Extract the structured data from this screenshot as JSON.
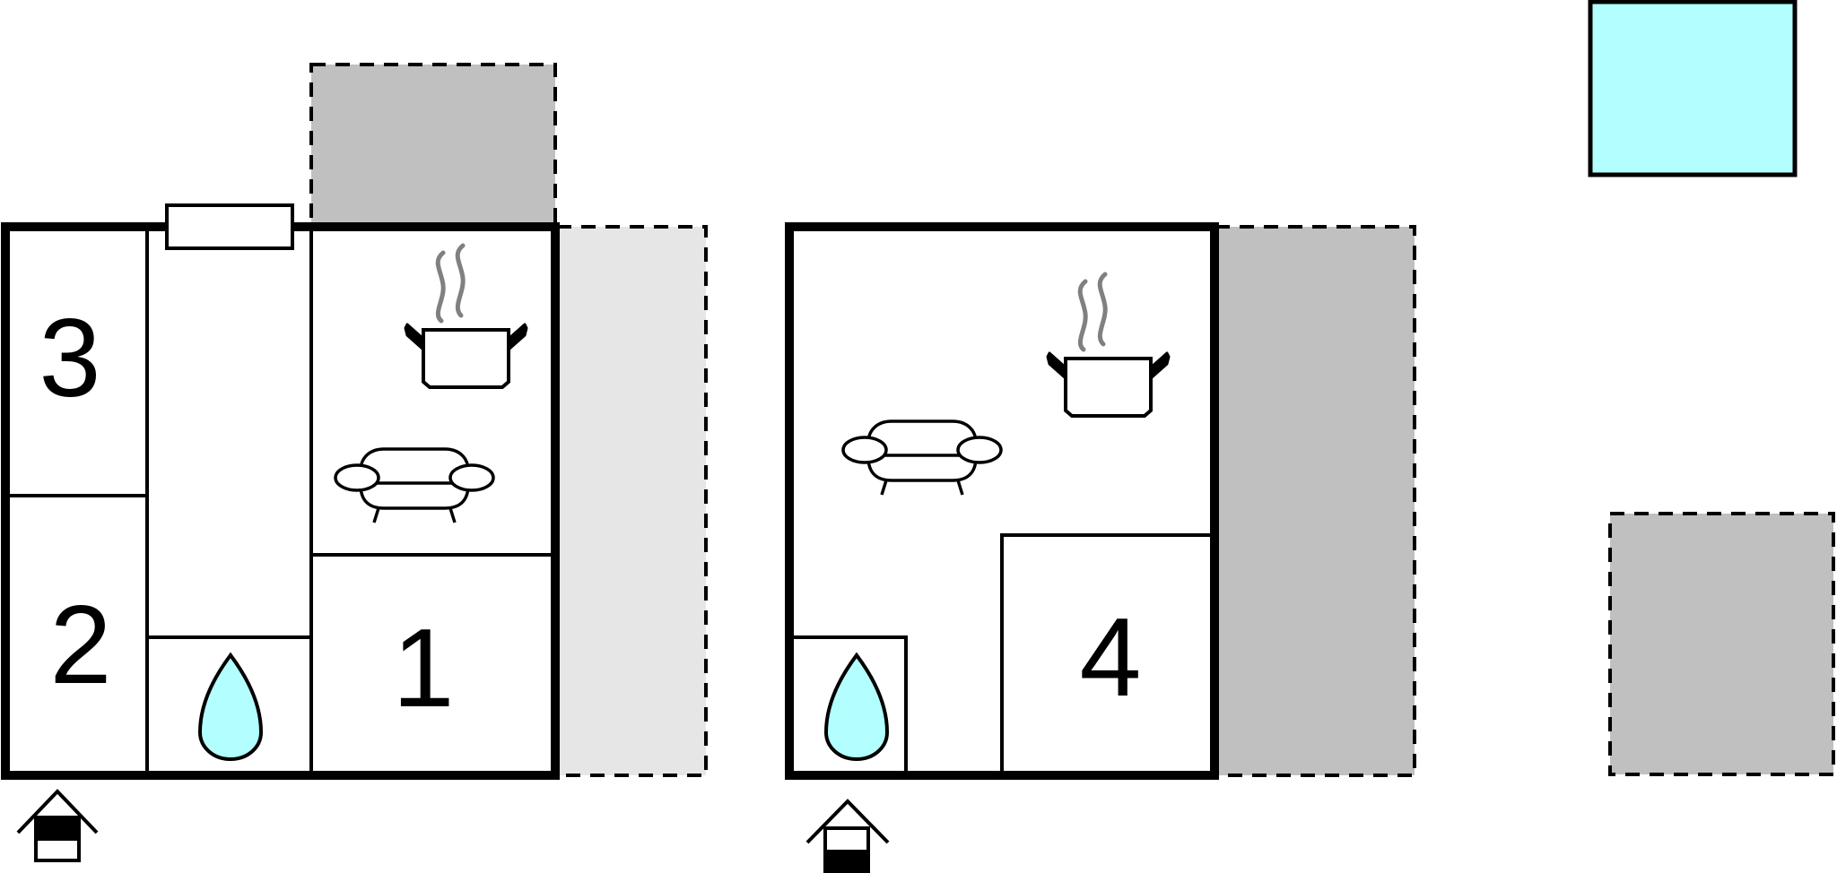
{
  "rooms": {
    "r1": "1",
    "r2": "2",
    "r3": "3",
    "r4": "4"
  },
  "colors": {
    "wall": "#000000",
    "terrace_dark": "#c0c0c0",
    "terrace_light": "#e6e6e6",
    "pool": "#b3ffff",
    "water_drop": "#b3ffff",
    "steam": "#808080"
  },
  "icons": [
    "kitchen-pot-icon",
    "sofa-icon",
    "bathroom-drop-icon",
    "entrance-icon",
    "window-icon",
    "pool-icon"
  ]
}
